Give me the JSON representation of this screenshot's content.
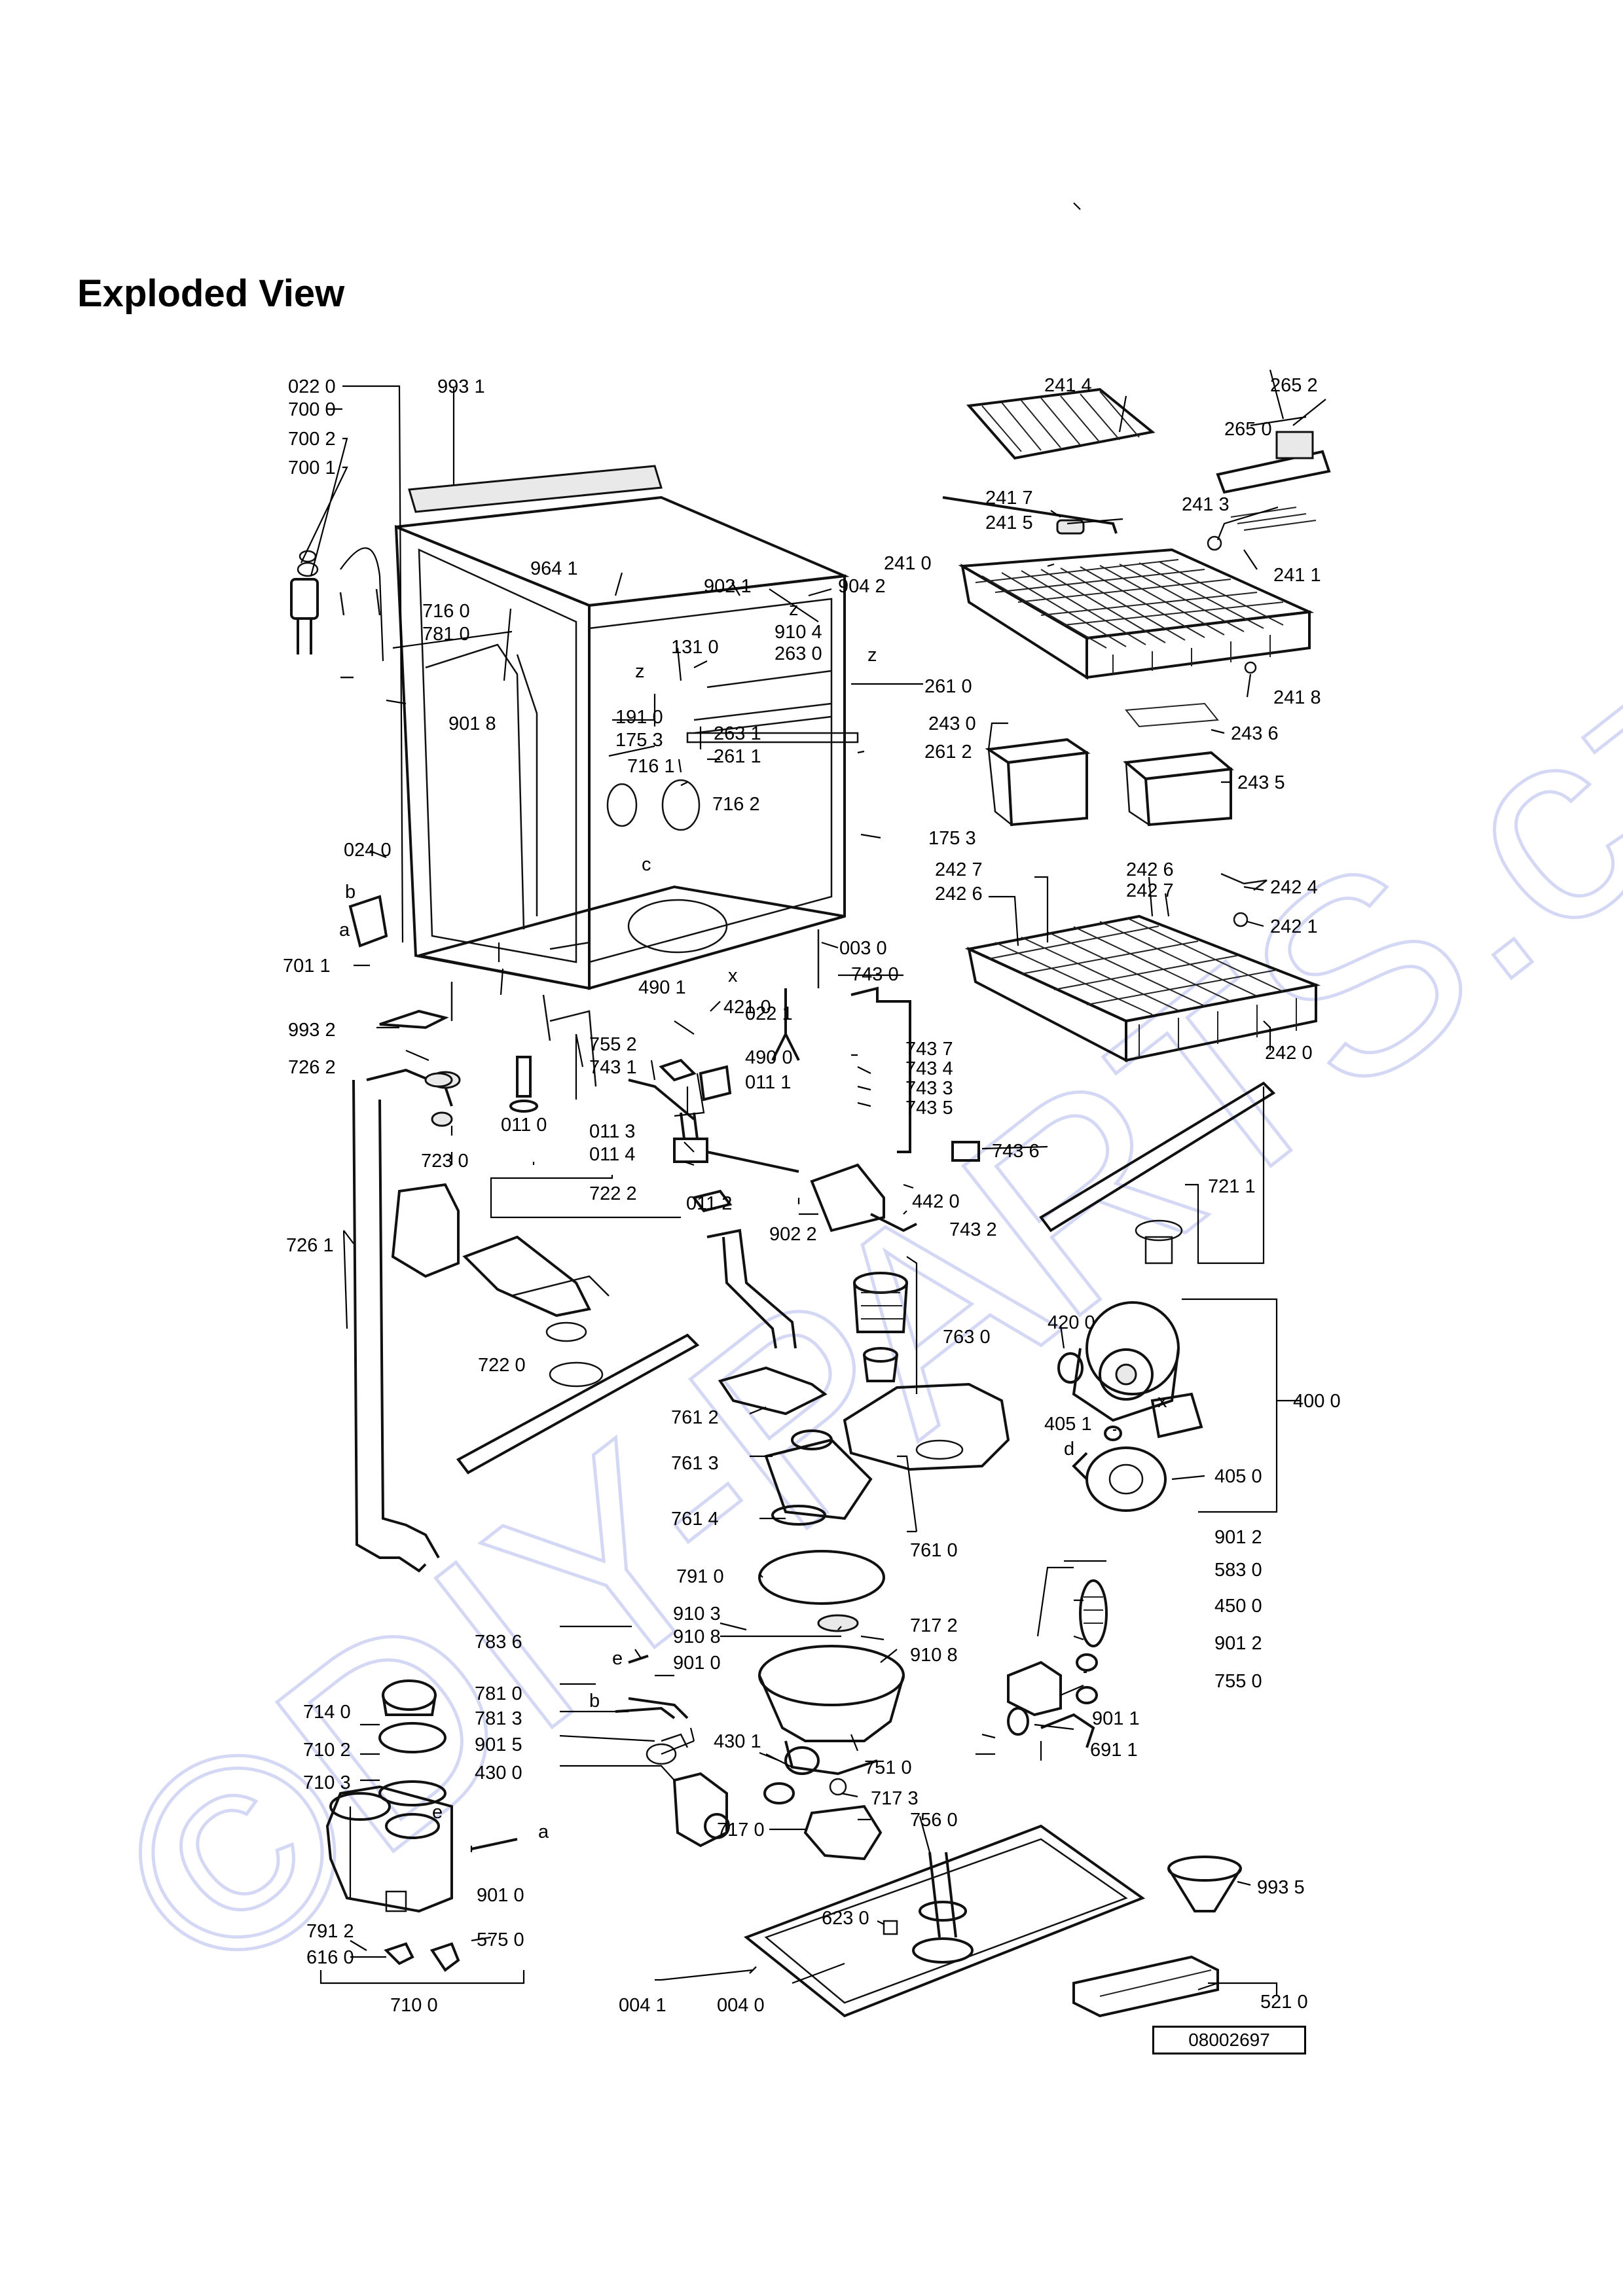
{
  "title": "Exploded View",
  "drawing_number": "08002697",
  "watermark": "©DIY-PARTS.cz",
  "part_labels": [
    {
      "id": "022-0",
      "text": "022 0"
    },
    {
      "id": "700-0",
      "text": "700 0"
    },
    {
      "id": "700-2",
      "text": "700 2"
    },
    {
      "id": "700-1",
      "text": "700 1"
    },
    {
      "id": "993-1",
      "text": "993 1"
    },
    {
      "id": "964-1",
      "text": "964 1"
    },
    {
      "id": "902-1",
      "text": "902 1"
    },
    {
      "id": "904-2",
      "text": "904 2"
    },
    {
      "id": "716-0",
      "text": "716 0"
    },
    {
      "id": "781-0a",
      "text": "781 0"
    },
    {
      "id": "131-0",
      "text": "131 0"
    },
    {
      "id": "910-4",
      "text": "910 4"
    },
    {
      "id": "263-0",
      "text": "263 0"
    },
    {
      "id": "901-8",
      "text": "901 8"
    },
    {
      "id": "191-0",
      "text": "191 0"
    },
    {
      "id": "175-3a",
      "text": "175 3"
    },
    {
      "id": "716-1",
      "text": "716 1"
    },
    {
      "id": "263-1",
      "text": "263 1"
    },
    {
      "id": "261-1",
      "text": "261 1"
    },
    {
      "id": "261-0",
      "text": "261 0"
    },
    {
      "id": "261-2",
      "text": "261 2"
    },
    {
      "id": "716-2",
      "text": "716 2"
    },
    {
      "id": "175-3b",
      "text": "175 3"
    },
    {
      "id": "024-0",
      "text": "024 0"
    },
    {
      "id": "701-1",
      "text": "701 1"
    },
    {
      "id": "003-0",
      "text": "003 0"
    },
    {
      "id": "743-0",
      "text": "743 0"
    },
    {
      "id": "490-1",
      "text": "490 1"
    },
    {
      "id": "421-0",
      "text": "421 0"
    },
    {
      "id": "022-1",
      "text": "022 1"
    },
    {
      "id": "490-0",
      "text": "490 0"
    },
    {
      "id": "993-2",
      "text": "993 2"
    },
    {
      "id": "755-2",
      "text": "755 2"
    },
    {
      "id": "743-1",
      "text": "743 1"
    },
    {
      "id": "011-1",
      "text": "011 1"
    },
    {
      "id": "743-7",
      "text": "743 7"
    },
    {
      "id": "743-4",
      "text": "743 4"
    },
    {
      "id": "743-3",
      "text": "743 3"
    },
    {
      "id": "743-5",
      "text": "743 5"
    },
    {
      "id": "726-2",
      "text": "726 2"
    },
    {
      "id": "011-0",
      "text": "011 0"
    },
    {
      "id": "011-3",
      "text": "011 3"
    },
    {
      "id": "011-4",
      "text": "011 4"
    },
    {
      "id": "723-0",
      "text": "723 0"
    },
    {
      "id": "743-6",
      "text": "743 6"
    },
    {
      "id": "442-0",
      "text": "442 0"
    },
    {
      "id": "722-2",
      "text": "722 2"
    },
    {
      "id": "011-2",
      "text": "011 2"
    },
    {
      "id": "743-2",
      "text": "743 2"
    },
    {
      "id": "902-2",
      "text": "902 2"
    },
    {
      "id": "726-1",
      "text": "726 1"
    },
    {
      "id": "721-1",
      "text": "721 1"
    },
    {
      "id": "241-4",
      "text": "241 4"
    },
    {
      "id": "265-2",
      "text": "265 2"
    },
    {
      "id": "265-0",
      "text": "265 0"
    },
    {
      "id": "241-7",
      "text": "241 7"
    },
    {
      "id": "241-5",
      "text": "241 5"
    },
    {
      "id": "241-3",
      "text": "241 3"
    },
    {
      "id": "241-0",
      "text": "241 0"
    },
    {
      "id": "241-1",
      "text": "241 1"
    },
    {
      "id": "241-8",
      "text": "241 8"
    },
    {
      "id": "243-0",
      "text": "243 0"
    },
    {
      "id": "243-6",
      "text": "243 6"
    },
    {
      "id": "243-5",
      "text": "243 5"
    },
    {
      "id": "242-6a",
      "text": "242 6"
    },
    {
      "id": "242-7a",
      "text": "242 7"
    },
    {
      "id": "242-7b",
      "text": "242 7"
    },
    {
      "id": "242-6b",
      "text": "242 6"
    },
    {
      "id": "242-4",
      "text": "242 4"
    },
    {
      "id": "242-1",
      "text": "242 1"
    },
    {
      "id": "242-0",
      "text": "242 0"
    },
    {
      "id": "763-0",
      "text": "763 0"
    },
    {
      "id": "722-0",
      "text": "722 0"
    },
    {
      "id": "420-0",
      "text": "420 0"
    },
    {
      "id": "761-2",
      "text": "761 2"
    },
    {
      "id": "400-0",
      "text": "400 0"
    },
    {
      "id": "405-1",
      "text": "405 1"
    },
    {
      "id": "761-3",
      "text": "761 3"
    },
    {
      "id": "405-0",
      "text": "405 0"
    },
    {
      "id": "761-4",
      "text": "761 4"
    },
    {
      "id": "761-0",
      "text": "761 0"
    },
    {
      "id": "901-2a",
      "text": "901 2"
    },
    {
      "id": "791-0",
      "text": "791 0"
    },
    {
      "id": "583-0",
      "text": "583 0"
    },
    {
      "id": "450-0",
      "text": "450 0"
    },
    {
      "id": "910-3",
      "text": "910 3"
    },
    {
      "id": "717-2",
      "text": "717 2"
    },
    {
      "id": "783-6",
      "text": "783 6"
    },
    {
      "id": "910-8a",
      "text": "910 8"
    },
    {
      "id": "910-8b",
      "text": "910 8"
    },
    {
      "id": "901-2b",
      "text": "901 2"
    },
    {
      "id": "901-0a",
      "text": "901 0"
    },
    {
      "id": "755-0",
      "text": "755 0"
    },
    {
      "id": "781-0b",
      "text": "781 0"
    },
    {
      "id": "714-0",
      "text": "714 0"
    },
    {
      "id": "901-1",
      "text": "901 1"
    },
    {
      "id": "781-3",
      "text": "781 3"
    },
    {
      "id": "710-2",
      "text": "710 2"
    },
    {
      "id": "430-1",
      "text": "430 1"
    },
    {
      "id": "691-1",
      "text": "691 1"
    },
    {
      "id": "901-5",
      "text": "901 5"
    },
    {
      "id": "751-0",
      "text": "751 0"
    },
    {
      "id": "430-0",
      "text": "430 0"
    },
    {
      "id": "710-3",
      "text": "710 3"
    },
    {
      "id": "717-3",
      "text": "717 3"
    },
    {
      "id": "756-0",
      "text": "756 0"
    },
    {
      "id": "717-0",
      "text": "717 0"
    },
    {
      "id": "901-0b",
      "text": "901 0"
    },
    {
      "id": "993-5",
      "text": "993 5"
    },
    {
      "id": "791-2",
      "text": "791 2"
    },
    {
      "id": "623-0",
      "text": "623 0"
    },
    {
      "id": "616-0",
      "text": "616 0"
    },
    {
      "id": "575-0",
      "text": "575 0"
    },
    {
      "id": "710-0",
      "text": "710 0"
    },
    {
      "id": "004-1",
      "text": "004 1"
    },
    {
      "id": "004-0",
      "text": "004 0"
    },
    {
      "id": "521-0",
      "text": "521 0"
    }
  ],
  "letter_marks": [
    {
      "id": "mark-z1",
      "text": "z"
    },
    {
      "id": "mark-z2",
      "text": "z"
    },
    {
      "id": "mark-z3",
      "text": "z"
    },
    {
      "id": "mark-c",
      "text": "c"
    },
    {
      "id": "mark-b1",
      "text": "b"
    },
    {
      "id": "mark-a1",
      "text": "a"
    },
    {
      "id": "mark-x1",
      "text": "x"
    },
    {
      "id": "mark-x2",
      "text": "x"
    },
    {
      "id": "mark-d",
      "text": "d"
    },
    {
      "id": "mark-e1",
      "text": "e"
    },
    {
      "id": "mark-b2",
      "text": "b"
    },
    {
      "id": "mark-e2",
      "text": "e"
    },
    {
      "id": "mark-a2",
      "text": "a"
    }
  ]
}
